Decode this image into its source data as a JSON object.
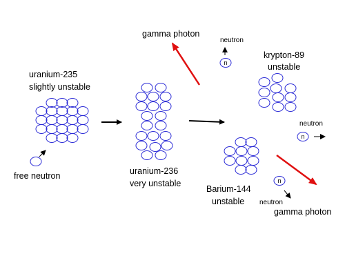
{
  "labels": {
    "u235_name": "uranium-235",
    "u235_state": "slightly unstable",
    "u236_name": "uranium-236",
    "u236_state": "very unstable",
    "kr89_name": "krypton-89",
    "kr89_state": "unstable",
    "ba144_name": "Barium-144",
    "ba144_state": "unstable",
    "free_neutron": "free neutron",
    "gamma_top": "gamma photon",
    "gamma_bottom": "gamma photon",
    "neutron_top": "neutron",
    "neutron_right": "neutron",
    "neutron_bottom": "neutron",
    "neutron_symbol": "n"
  },
  "colors": {
    "nucleon": "#2b2bd6",
    "gamma": "#e01010",
    "arrow": "#000000",
    "text": "#000000"
  }
}
